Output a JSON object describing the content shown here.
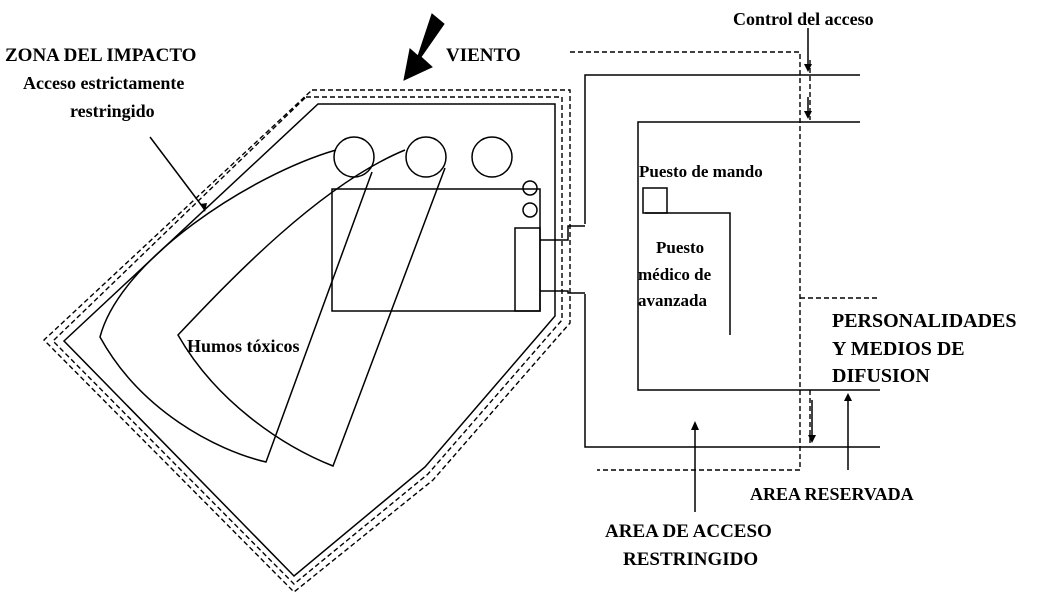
{
  "labels": {
    "zona_line1": "ZONA  DEL IMPACTO",
    "zona_line2": "Acceso estrictamente",
    "zona_line3": "restringido",
    "viento": "VIENTO",
    "control": "Control del acceso",
    "puesto_mando": "Puesto de mando",
    "puesto_medico_1": "Puesto",
    "puesto_medico_2": "médico de",
    "puesto_medico_3": "avanzada",
    "humos": "Humos tóxicos",
    "personalidades_1": "PERSONALIDADES",
    "personalidades_2": "Y MEDIOS DE",
    "personalidades_3": "DIFUSION",
    "area_reservada": "AREA RESERVADA",
    "area_acceso_1": "AREA DE ACCESO",
    "area_acceso_2": "RESTRINGIDO"
  }
}
